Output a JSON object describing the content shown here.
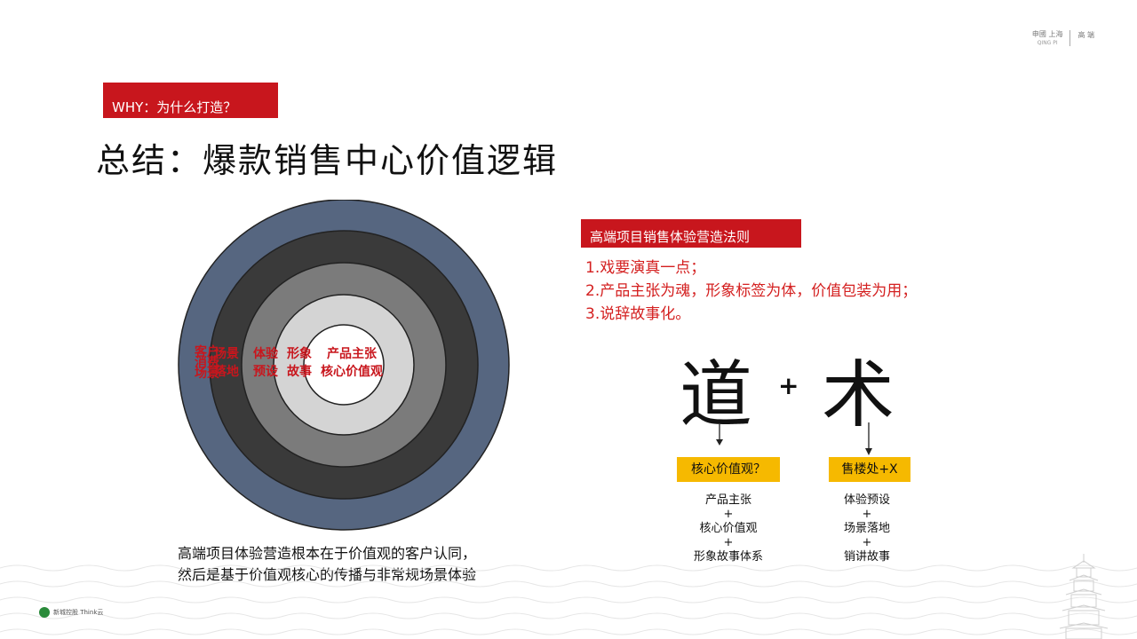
{
  "brand": {
    "left_line": "申國 上海",
    "sub": "QING PI",
    "right": "高 端"
  },
  "header": {
    "why_tag": "WHY：为什么打造？",
    "title": "总结：爆款销售中心价值逻辑"
  },
  "rings": {
    "colors": {
      "outer": "#566680",
      "ring2": "#3a3a3a",
      "ring3": "#7b7b7b",
      "ring4": "#d4d4d4",
      "center": "#ffffff",
      "accent": "#c8161d"
    },
    "outer_label_1": "客户",
    "outer_label_2": "消费",
    "outer_label_3": "场景",
    "ring2_label_1": "场景",
    "ring2_label_2": "落地",
    "ring3_label_1": "体验",
    "ring3_label_2": "预设",
    "ring4_label_1": "形象",
    "ring4_label_2": "故事",
    "center_label_1": "产品主张",
    "center_label_2": "核心价值观"
  },
  "rules": {
    "tag": "高端项目销售体验营造法则",
    "items": [
      "1.戏要演真一点；",
      "2.产品主张为魂，形象标签为体，价值包装为用；",
      "3.说辞故事化。"
    ]
  },
  "formula": {
    "dao": "道",
    "plus": "+",
    "shu": "术"
  },
  "core": {
    "box": "核心价值观？",
    "stack": [
      "产品主张",
      "+",
      "核心价值观",
      "+",
      "形象故事体系"
    ]
  },
  "sales": {
    "box": "售楼处+X",
    "stack": [
      "体验预设",
      "+",
      "场景落地",
      "+",
      "销讲故事"
    ]
  },
  "bottom": {
    "line1": "高端项目体验营造根本在于价值观的客户认同，",
    "line2": "然后是基于价值观核心的传播与非常规场景体验"
  },
  "footer": {
    "logo_text": "新城控股 Think云"
  }
}
